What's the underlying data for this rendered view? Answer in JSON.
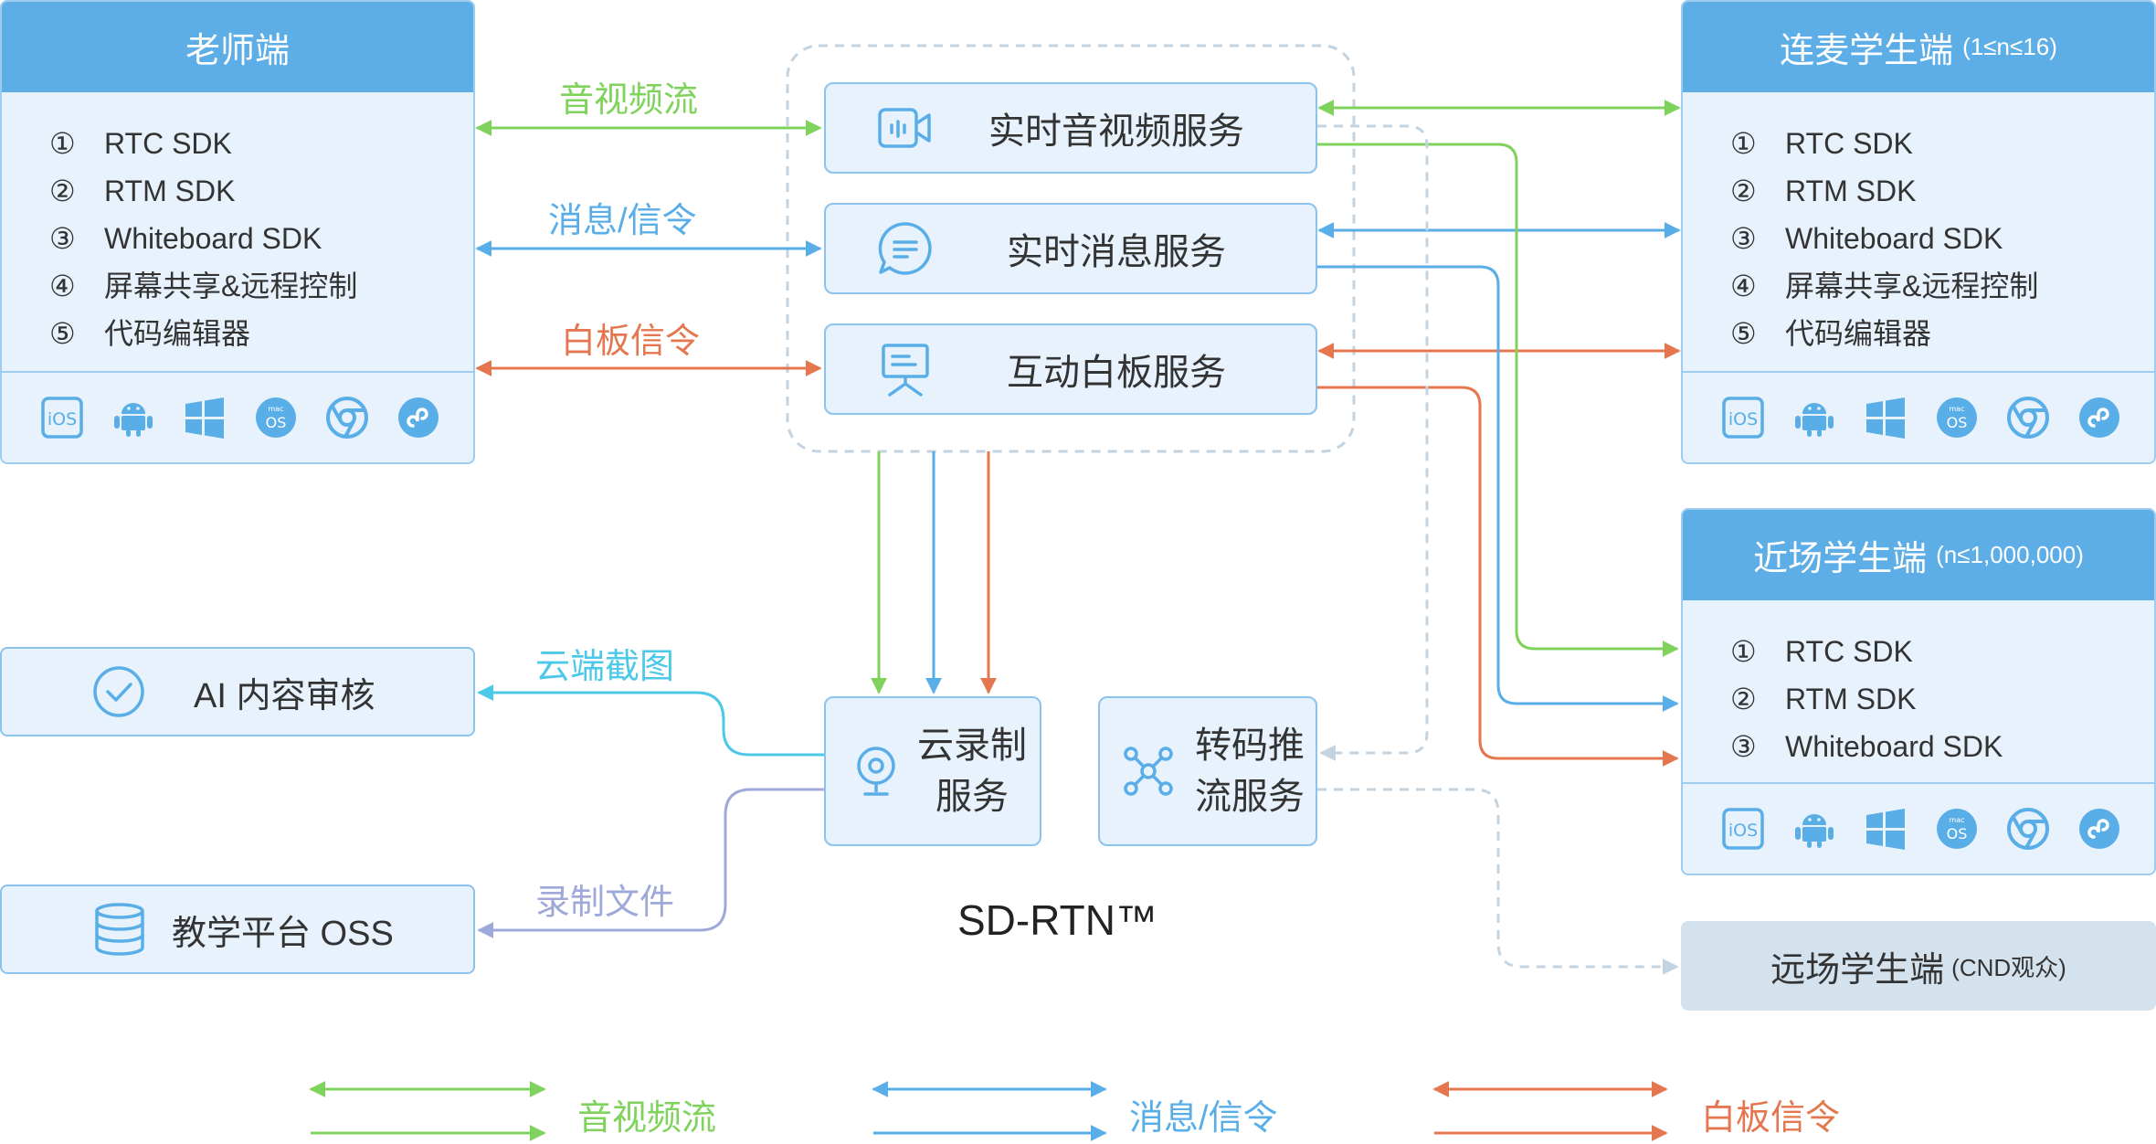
{
  "colors": {
    "media": "#7fd35c",
    "message": "#5aaee8",
    "whiteboard": "#e4774f",
    "recording_out": "#4cc8e8",
    "file_out": "#9fa9d9",
    "dashed": "#c3d3e0",
    "panel_head": "#5daee6",
    "panel_bg": "#e7f2fc"
  },
  "teacher": {
    "title": "老师端",
    "items": [
      {
        "num": "①",
        "text": "RTC SDK"
      },
      {
        "num": "②",
        "text": "RTM SDK"
      },
      {
        "num": "③",
        "text": "Whiteboard SDK"
      },
      {
        "num": "④",
        "text": "屏幕共享&远程控制"
      },
      {
        "num": "⑤",
        "text": "代码编辑器"
      }
    ],
    "platforms": [
      "ios-icon",
      "android-icon",
      "windows-icon",
      "macos-icon",
      "chrome-icon",
      "miniprogram-icon"
    ]
  },
  "co_host": {
    "title": "连麦学生端",
    "subtitle": "(1≤n≤16)",
    "items": [
      {
        "num": "①",
        "text": "RTC SDK"
      },
      {
        "num": "②",
        "text": "RTM SDK"
      },
      {
        "num": "③",
        "text": "Whiteboard SDK"
      },
      {
        "num": "④",
        "text": "屏幕共享&远程控制"
      },
      {
        "num": "⑤",
        "text": "代码编辑器"
      }
    ]
  },
  "near_student": {
    "title": "近场学生端",
    "subtitle": "(n≤1,000,000)",
    "items": [
      {
        "num": "①",
        "text": "RTC SDK"
      },
      {
        "num": "②",
        "text": "RTM SDK"
      },
      {
        "num": "③",
        "text": "Whiteboard SDK"
      }
    ]
  },
  "far_student": {
    "title": "远场学生端",
    "subtitle": "(CND观众)"
  },
  "services": {
    "av": "实时音视频服务",
    "msg": "实时消息服务",
    "wb": "互动白板服务",
    "record_line1": "云录制",
    "record_line2": "服务",
    "transcode_line1": "转码推",
    "transcode_line2": "流服务",
    "network": "SD-RTN™"
  },
  "left_boxes": {
    "ai": "AI 内容审核",
    "oss": "教学平台 OSS"
  },
  "edge_labels": {
    "media": "音视频流",
    "message": "消息/信令",
    "whiteboard": "白板信令",
    "screenshot": "云端截图",
    "record_file": "录制文件"
  },
  "legend": {
    "media": "音视频流",
    "message": "消息/信令",
    "whiteboard": "白板信令"
  }
}
